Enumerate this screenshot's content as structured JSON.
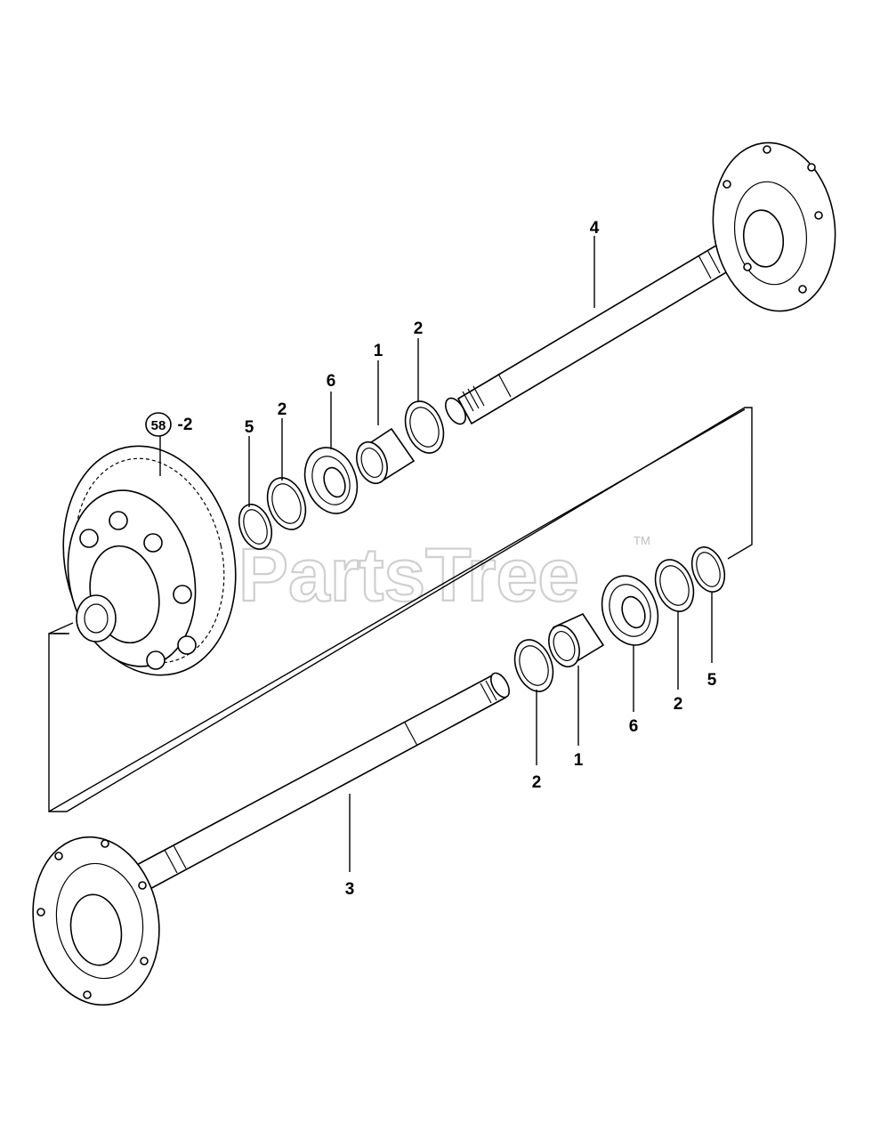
{
  "callouts": {
    "ref_circle": "58",
    "ref_suffix": "-2",
    "upper": {
      "snap_ring": "5",
      "washer_a": "2",
      "bearing": "6",
      "collar": "1",
      "washer_b": "2",
      "axle": "4"
    },
    "lower": {
      "washer_a": "2",
      "collar": "1",
      "bearing": "6",
      "washer_b": "2",
      "snap_ring": "5",
      "axle": "3"
    }
  },
  "watermark": {
    "text": "PartsTree",
    "tm": "TM"
  }
}
